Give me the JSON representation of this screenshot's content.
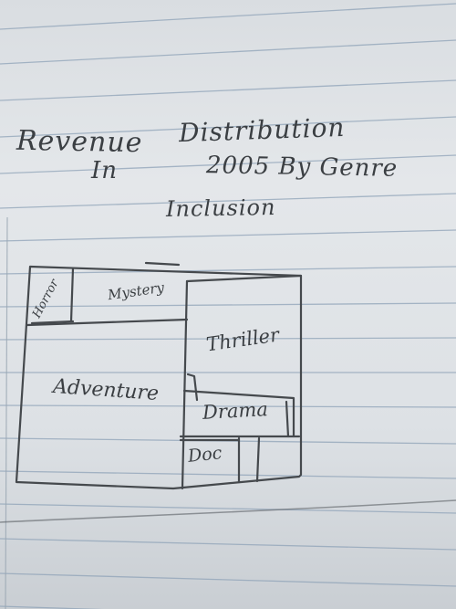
{
  "title": {
    "line1a": "Revenue",
    "line1b": "Distribution",
    "line2a": "In",
    "line2b": "2005 By Genre",
    "line3": "Inclusion"
  },
  "blocks": [
    {
      "key": "horror",
      "label": "Horror"
    },
    {
      "key": "mystery",
      "label": "Mystery"
    },
    {
      "key": "adventure",
      "label": "Adventure"
    },
    {
      "key": "thriller",
      "label": "Thriller"
    },
    {
      "key": "drama",
      "label": "Drama"
    },
    {
      "key": "doc",
      "label": "Doc"
    }
  ],
  "colors": {
    "ink": "#3b3f43",
    "paper": "#e0e3e6",
    "rule": "#8fa3b8",
    "margin_line": "#9aa7b3"
  }
}
